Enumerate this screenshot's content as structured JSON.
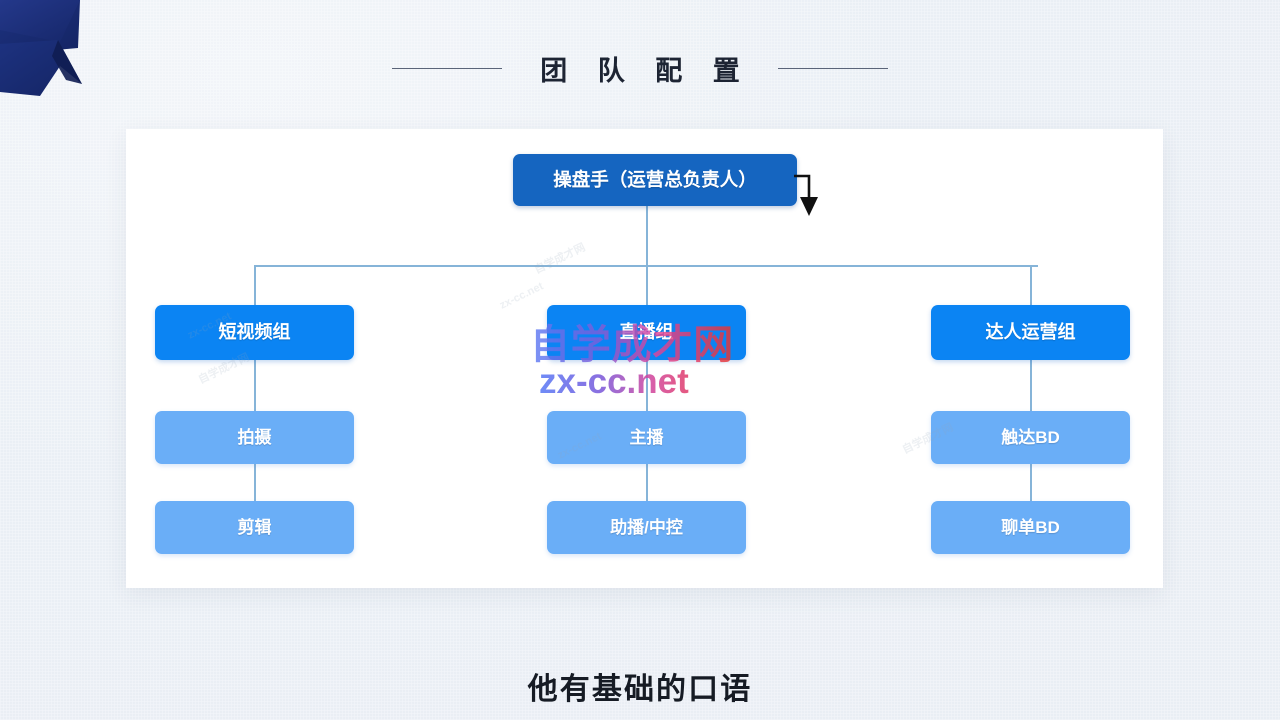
{
  "slide": {
    "title": "团  队  配  置",
    "caption": "他有基础的口语",
    "colors": {
      "background": "#eef2f7",
      "card": "#ffffff",
      "root_node": "#1565C0",
      "group_node": "#0B84F3",
      "leaf_node": "#6AAEF7",
      "connector": "#86b4d8",
      "ribbon": "#1b2f72",
      "title_text": "#1d2433"
    }
  },
  "org_chart": {
    "root": {
      "label": "操盘手（运营总负责人）"
    },
    "columns": [
      {
        "group": "短视频组",
        "members": [
          "拍摄",
          "剪辑"
        ]
      },
      {
        "group": "直播组",
        "members": [
          "主播",
          "助播/中控"
        ]
      },
      {
        "group": "达人运营组",
        "members": [
          "触达BD",
          "聊单BD"
        ]
      }
    ]
  },
  "watermark": {
    "main": "自学成才网",
    "sub": "zx-cc.net",
    "tiles": [
      "zx-cc.net",
      "自学成才网",
      "zx-cc.net",
      "自学成才网",
      "zx-cc.net",
      "自学成才网"
    ]
  },
  "cursor": {
    "icon": "down-arrow-pointer"
  }
}
